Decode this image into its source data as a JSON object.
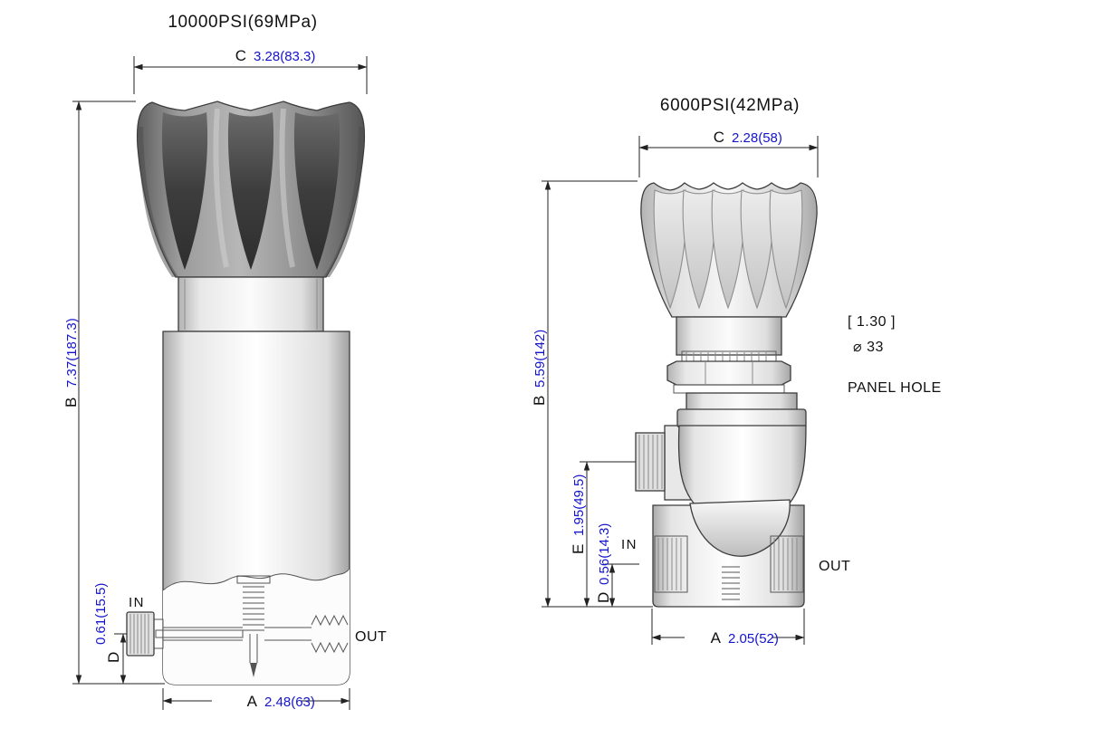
{
  "left_view": {
    "title": "10000PSI(69MPa)",
    "c_letter": "C",
    "c_value": "3.28(83.3)",
    "b_letter": "B",
    "b_value": "7.37(187.3)",
    "d_letter": "D",
    "d_value": "0.61(15.5)",
    "a_letter": "A",
    "a_value": "2.48(63)",
    "in_label": "IN",
    "out_label": "OUT"
  },
  "right_view": {
    "title": "6000PSI(42MPa)",
    "c_letter": "C",
    "c_value": "2.28(58)",
    "b_letter": "B",
    "b_value": "5.59(142)",
    "e_letter": "E",
    "e_value": "1.95(49.5)",
    "d_letter": "D",
    "d_value": "0.56(14.3)",
    "a_letter": "A",
    "a_value": "2.05(52)",
    "in_label": "IN",
    "out_label": "OUT",
    "reference_dim": "[ 1.30 ]",
    "panel_hole_diameter": "⌀ 33",
    "panel_hole_label": "PANEL HOLE"
  },
  "colors": {
    "dimension_value_text": "#1414cc",
    "annotation_text": "#111111",
    "dimension_lines": "#222222",
    "dark_knob": "#7a7a7a",
    "light_knob": "#dcdcdc",
    "background": "#ffffff"
  }
}
